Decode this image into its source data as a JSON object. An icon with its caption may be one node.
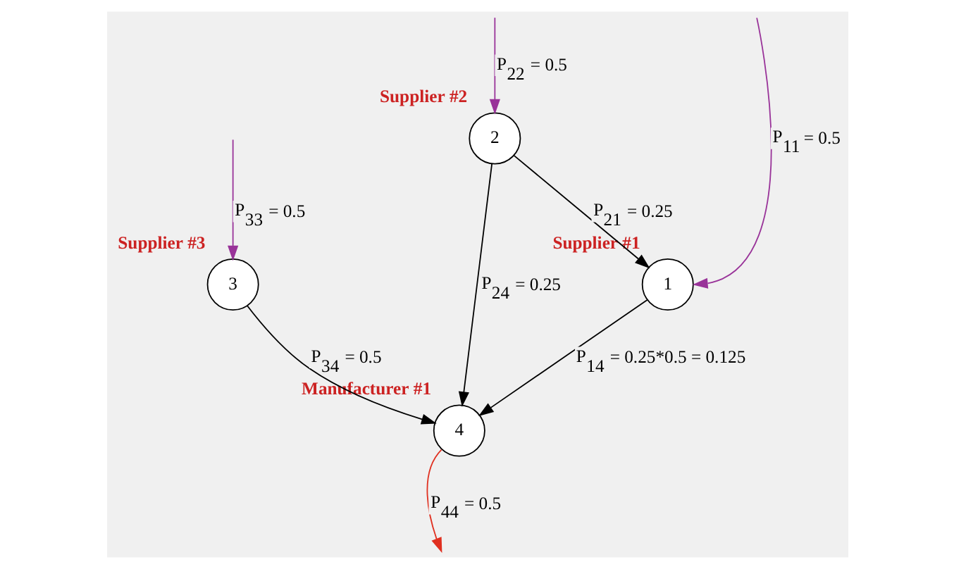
{
  "diagram": {
    "nodes": [
      {
        "text": [
          "3"
        ],
        "beside": [
          "Supplier #3"
        ]
      },
      {
        "text": [
          "2"
        ],
        "beside": [
          "Supplier #2"
        ]
      },
      {
        "text": [
          "1"
        ],
        "beside": [
          "Supplier #1"
        ]
      },
      {
        "text": [
          "4"
        ],
        "beside": [
          "Manufacturer #1"
        ]
      }
    ],
    "edges": [
      {
        "from": null,
        "to": 0,
        "arrow": "to",
        "label": "P$_{33}$ = 0.5",
        "color": "#993399"
      },
      {
        "from": null,
        "to": 1,
        "arrow": "to",
        "label": "P$_{22}$ = 0.5",
        "color": "#993399"
      },
      {
        "from": 0,
        "to": 3,
        "arrow": "to",
        "label": "P$_{34}$ = 0.5"
      },
      {
        "from": 1,
        "to": 3,
        "arrow": "to",
        "label": "P$_{24}$ = 0.25"
      },
      {
        "from": 1,
        "to": 2,
        "arrow": "to",
        "label": "P$_{21}$ = 0.25"
      },
      {
        "from": null,
        "to": 2,
        "arrow": "to",
        "label": "P$_{11}$ = 0.5",
        "color": "#993399"
      },
      {
        "from": 2,
        "to": 3,
        "arrow": "to",
        "label": "P$_{14}$ = 0.25*0.5 = 0.125"
      },
      {
        "from": 3,
        "to": null,
        "arrow": "to",
        "label": "P$_{44}$ = 0.5",
        "color": "#e03020"
      }
    ]
  }
}
